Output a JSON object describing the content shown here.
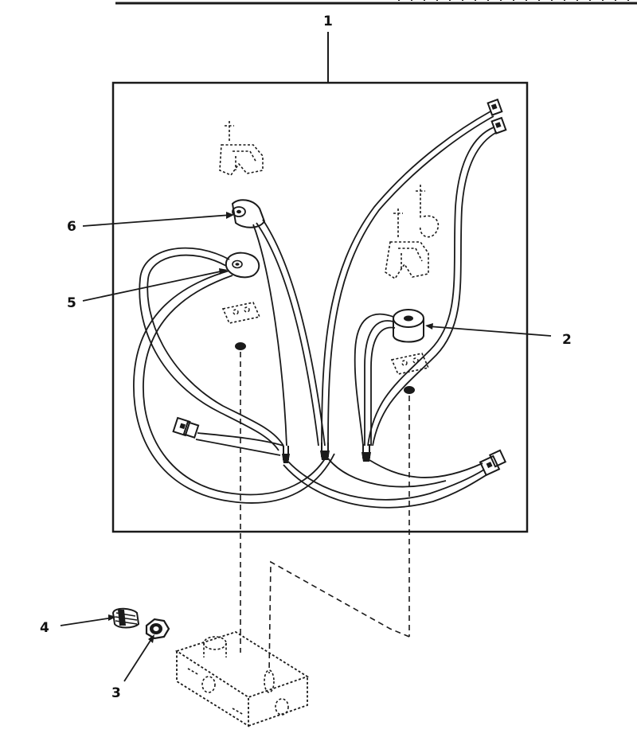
{
  "callouts": {
    "c1": "1",
    "c2": "2",
    "c3": "3",
    "c4": "4",
    "c5": "5",
    "c6": "6"
  },
  "colors": {
    "ink": "#1a1a1a",
    "paper": "#ffffff"
  }
}
